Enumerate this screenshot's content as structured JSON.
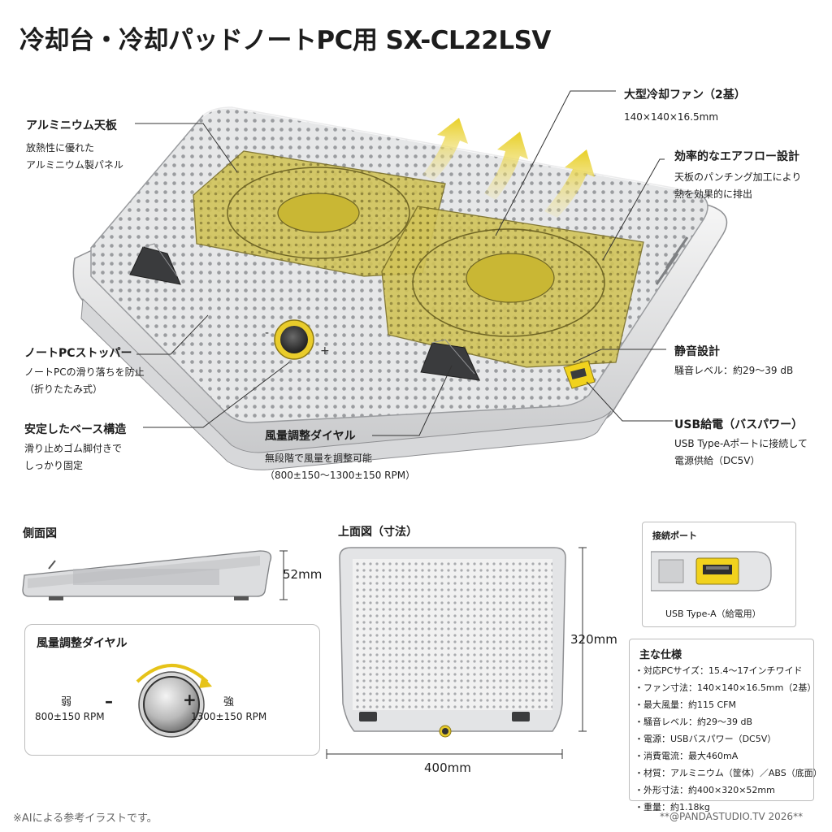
{
  "title": "冷却台・冷却パッドノートPC用 SX-CL22LSV",
  "callouts": {
    "aluminum": {
      "title": "アルミニウム天板",
      "lines": [
        "放熱性に優れた",
        "アルミニウム製パネル"
      ]
    },
    "fans": {
      "title": "大型冷却ファン（2基）",
      "lines": [
        "140×140×16.5mm"
      ]
    },
    "airflow": {
      "title": "効率的なエアフロー設計",
      "lines": [
        "天板のパンチング加工により",
        "熱を効果的に排出"
      ]
    },
    "stopper": {
      "title": "ノートPCストッパー",
      "lines": [
        "ノートPCの滑り落ちを防止",
        "（折りたたみ式）"
      ]
    },
    "quiet": {
      "title": "静音設計",
      "lines": [
        "騒音レベル：約29～39 dB"
      ]
    },
    "base": {
      "title": "安定したベース構造",
      "lines": [
        "滑り止めゴム脚付きで",
        "しっかり固定"
      ]
    },
    "dial": {
      "title": "風量調整ダイヤル",
      "lines": [
        "無段階で風量を調整可能",
        "（800±150～1300±150 RPM）"
      ]
    },
    "usb": {
      "title": "USB給電（バスパワー）",
      "lines": [
        "USB Type-Aポートに接続して",
        "電源供給（DC5V）"
      ]
    }
  },
  "dial_marks": {
    "minus": "-",
    "plus": "+"
  },
  "side_view": {
    "title": "側面図",
    "height": "52mm"
  },
  "top_view": {
    "title": "上面図（寸法）",
    "height": "320mm",
    "width": "400mm"
  },
  "port": {
    "title": "接続ポート",
    "caption": "USB Type-A（給電用）"
  },
  "dial_panel": {
    "title": "風量調整ダイヤル",
    "minus": "–",
    "plus": "+",
    "low_label": "弱",
    "low_rpm": "800±150 RPM",
    "high_label": "強",
    "high_rpm": "1300±150 RPM"
  },
  "specs": {
    "title": "主な仕様",
    "items": [
      "・対応PCサイズ：15.4～17インチワイド",
      "・ファン寸法：140×140×16.5mm（2基）",
      "・最大風量：約115 CFM",
      "・騒音レベル：約29～39 dB",
      "・電源：USBバスパワー（DC5V）",
      "・消費電流：最大460mA",
      "・材質：アルミニウム（筐体）／ABS（底面）",
      "・外形寸法：約400×320×52mm",
      "・重量：約1.18kg"
    ]
  },
  "footer": {
    "note": "※AIによる参考イラストです。",
    "credit": "**@PANDASTUDIO.TV 2026**"
  },
  "colors": {
    "fan_yellow": "#c9b734",
    "arrow_yellow": "#ecd84a",
    "port_yellow": "#f1d21d",
    "frame_gray": "#bdbdbd"
  }
}
